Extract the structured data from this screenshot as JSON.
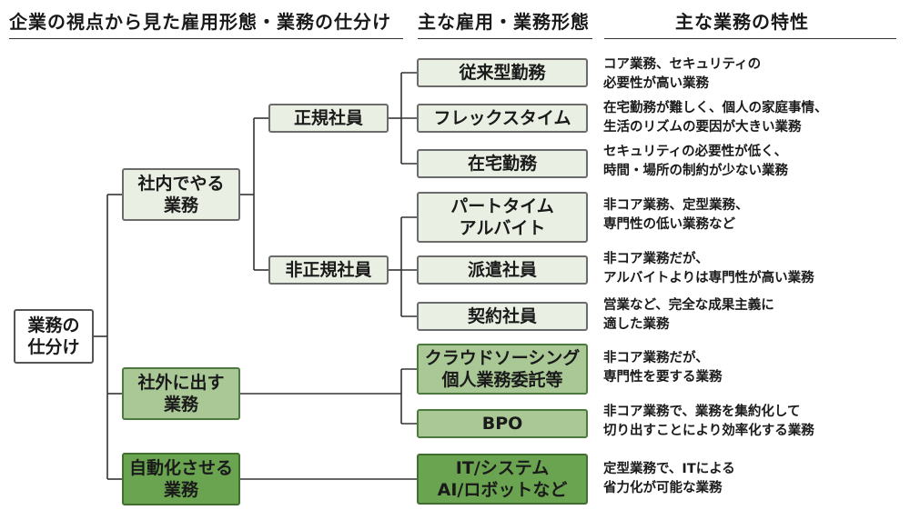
{
  "headers": {
    "col1": "企業の視点から見た雇用形態・業務の仕分け",
    "col2": "主な雇用・業務形態",
    "col3": "主な業務の特性"
  },
  "level1": {
    "root": "業務の\n仕分け"
  },
  "level2": {
    "internal": "社内でやる\n業務",
    "external": "社外に出す\n業務",
    "automate": "自動化させる\n業務"
  },
  "level3": {
    "regular": "正規社員",
    "nonregular": "非正規社員"
  },
  "forms": {
    "traditional": "従来型勤務",
    "flextime": "フレックスタイム",
    "remote": "在宅勤務",
    "parttime": "パートタイム\nアルバイト",
    "dispatch": "派遣社員",
    "contract": "契約社員",
    "crowdsourcing": "クラウドソーシング\n個人業務委託等",
    "bpo": "BPO",
    "it": "IT/システム\nAI/ロボットなど"
  },
  "traits": {
    "traditional": "コア業務、セキュリティの\n必要性が高い業務",
    "flextime": "在宅勤務が難しく、個人の家庭事情、\n生活のリズムの要因が大きい業務",
    "remote": "セキュリティの必要性が低く、\n時間・場所の制約が少ない業務",
    "parttime": "非コア業務、定型業務、\n専門性の低い業務など",
    "dispatch": "非コア業務だが、\nアルバイトよりは専門性が高い業務",
    "contract": "営業など、完全な成果主義に\n適した業務",
    "crowdsourcing": "非コア業務だが、\n専門性を要する業務",
    "bpo": "非コア業務で、業務を集約化して\n切り出すことにより効率化する業務",
    "it": "定型業務で、ITによる\n省力化が可能な業務"
  }
}
